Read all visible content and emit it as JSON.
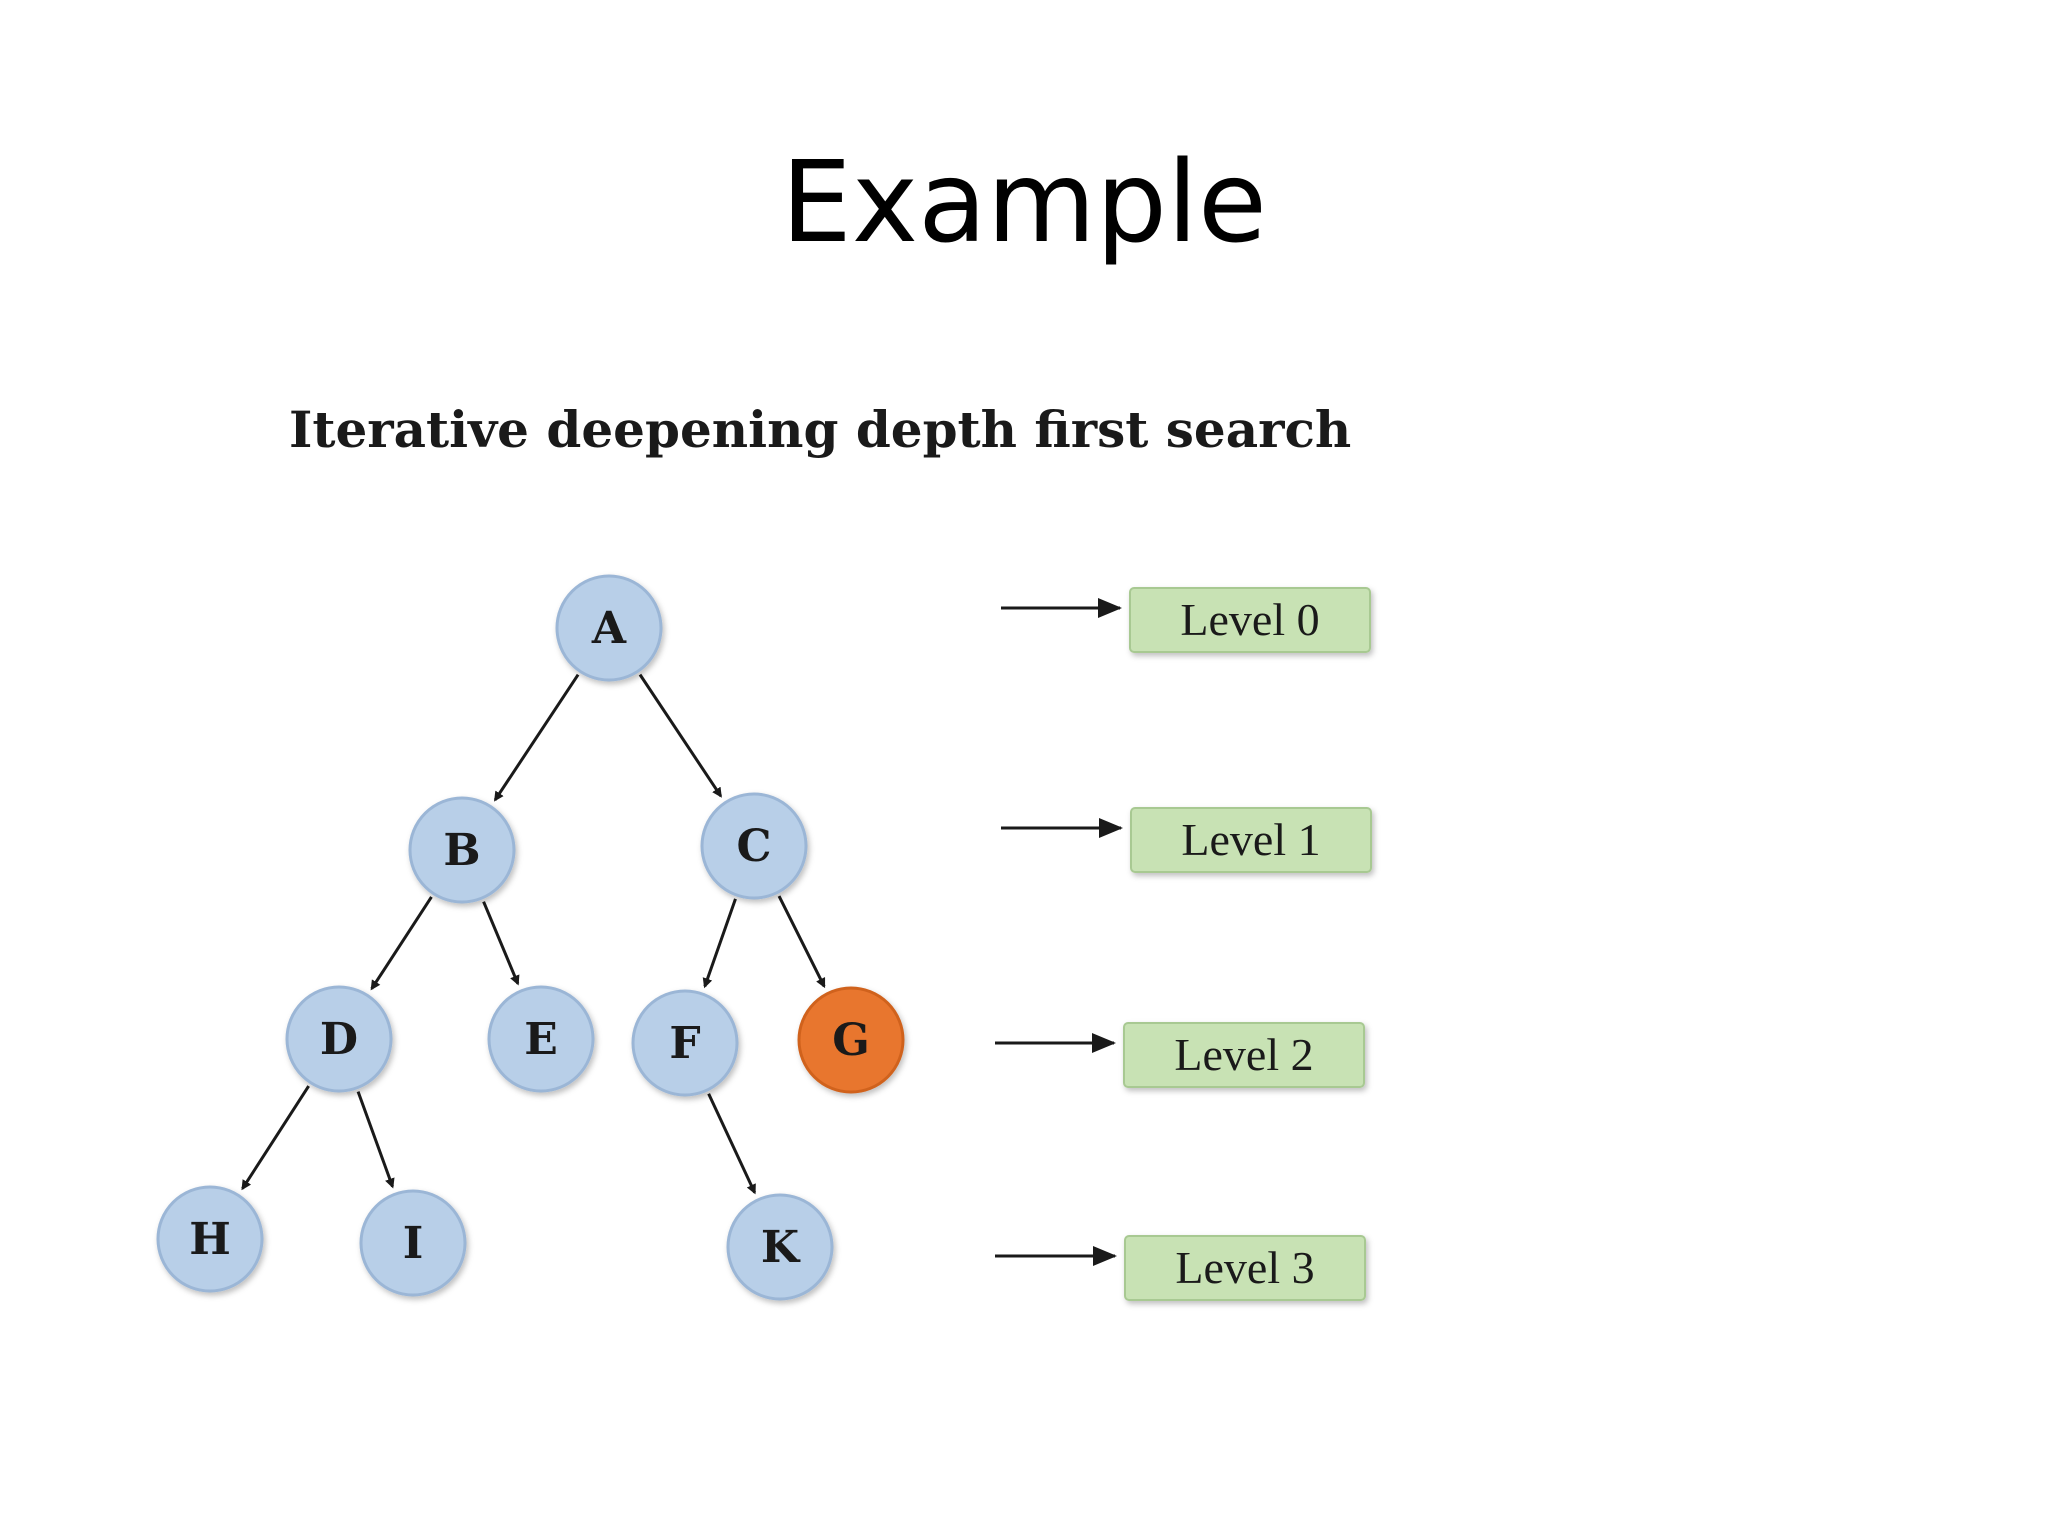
{
  "slide": {
    "title": "Example"
  },
  "diagram": {
    "heading": "Iterative deepening depth first search",
    "colors": {
      "node_fill": "#b8cfe8",
      "node_stroke": "#9bb6d6",
      "goal_fill": "#e8762f",
      "goal_stroke": "#d0621f",
      "level_fill": "#c8e2b4",
      "level_stroke": "#a8c992",
      "edge": "#1a1a1a"
    },
    "nodes": [
      {
        "id": "A",
        "label": "A",
        "level": 0,
        "goal": false
      },
      {
        "id": "B",
        "label": "B",
        "level": 1,
        "goal": false
      },
      {
        "id": "C",
        "label": "C",
        "level": 1,
        "goal": false
      },
      {
        "id": "D",
        "label": "D",
        "level": 2,
        "goal": false
      },
      {
        "id": "E",
        "label": "E",
        "level": 2,
        "goal": false
      },
      {
        "id": "F",
        "label": "F",
        "level": 2,
        "goal": false
      },
      {
        "id": "G",
        "label": "G",
        "level": 2,
        "goal": true
      },
      {
        "id": "H",
        "label": "H",
        "level": 3,
        "goal": false
      },
      {
        "id": "I",
        "label": "I",
        "level": 3,
        "goal": false
      },
      {
        "id": "K",
        "label": "K",
        "level": 3,
        "goal": false
      }
    ],
    "edges": [
      {
        "from": "A",
        "to": "B"
      },
      {
        "from": "A",
        "to": "C"
      },
      {
        "from": "B",
        "to": "D"
      },
      {
        "from": "B",
        "to": "E"
      },
      {
        "from": "C",
        "to": "F"
      },
      {
        "from": "C",
        "to": "G"
      },
      {
        "from": "D",
        "to": "H"
      },
      {
        "from": "D",
        "to": "I"
      },
      {
        "from": "F",
        "to": "K"
      }
    ],
    "levels": [
      {
        "label": "Level 0"
      },
      {
        "label": "Level 1"
      },
      {
        "label": "Level 2"
      },
      {
        "label": "Level 3"
      }
    ]
  }
}
